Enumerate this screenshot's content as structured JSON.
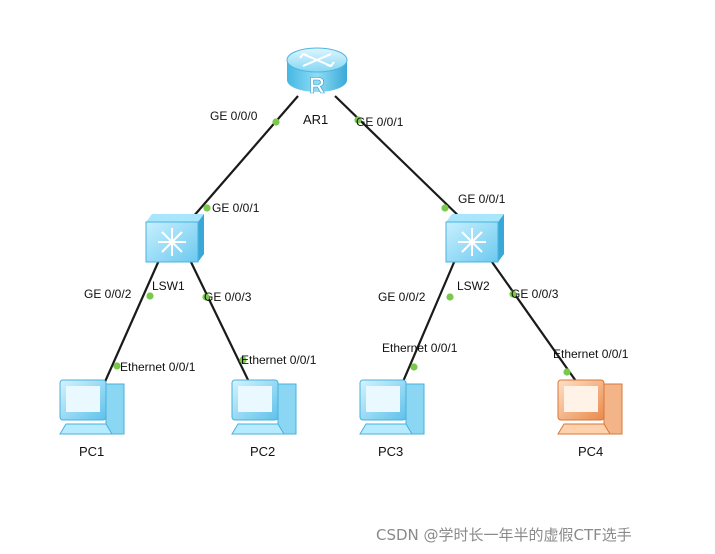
{
  "devices": {
    "ar1": "AR1",
    "router_glyph": "R",
    "lsw1": "LSW1",
    "lsw2": "LSW2",
    "pc1": "PC1",
    "pc2": "PC2",
    "pc3": "PC3",
    "pc4": "PC4"
  },
  "ports": {
    "ar1_to_lsw1": "GE 0/0/0",
    "ar1_to_lsw2": "GE 0/0/1",
    "lsw1_uplink": "GE 0/0/1",
    "lsw2_uplink": "GE 0/0/1",
    "lsw1_to_pc1": "GE 0/0/2",
    "lsw1_to_pc2": "GE 0/0/3",
    "lsw2_to_pc3": "GE 0/0/2",
    "lsw2_to_pc4": "GE 0/0/3",
    "pc1_nic": "Ethernet 0/0/1",
    "pc2_nic": "Ethernet 0/0/1",
    "pc3_nic": "Ethernet 0/0/1",
    "pc4_nic": "Ethernet 0/0/1"
  },
  "colors": {
    "device_blue": "#7fd3f0",
    "pc_highlight": "#f0a46a",
    "port_dot": "#79c94a",
    "link": "#1a1a1a"
  },
  "watermark": "CSDN @学时长一年半的虚假CTF选手"
}
